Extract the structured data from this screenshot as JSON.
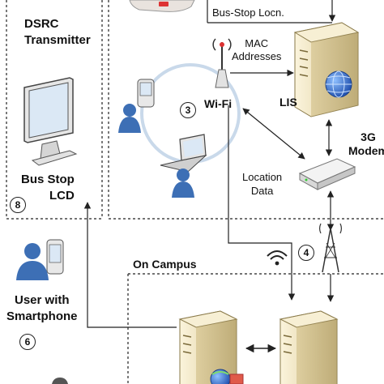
{
  "labels": {
    "dsrc": "DSRC\nTransmitter",
    "bus_stop_locn": "Bus-Stop Locn.",
    "mac_addresses": "MAC\nAddresses",
    "wifi": "Wi-Fi",
    "lis": "LIS",
    "three_g_modem": "3G\nModem",
    "location_data": "Location\nData",
    "bus_stop_lcd": "Bus Stop\nLCD",
    "on_campus": "On Campus",
    "user_with_smartphone": "User with\nSmartphone"
  },
  "step_numbers": {
    "wifi_step": "3",
    "lcd_step": "8",
    "modem_step": "4",
    "user_step": "6"
  },
  "colors": {
    "server_light": "#f2e7c6",
    "server_dark": "#b9a775",
    "person_blue": "#3d6fb5",
    "screen_blue": "#dbe8f5",
    "globe_blue": "#2a62c9",
    "wifi_ring": "#c9d9ea",
    "line": "#222222"
  }
}
